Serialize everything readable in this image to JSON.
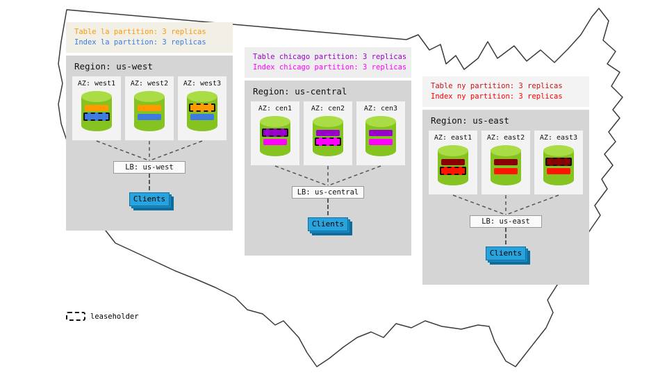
{
  "legend": {
    "label": "leaseholder"
  },
  "palette": {
    "database_green_body": "#85c320",
    "database_green_top": "#a9dc45",
    "clients_blue": "#29a3de",
    "panel_gray": "#d5d5d5"
  },
  "regions": [
    {
      "name": "us-west",
      "title": "Region: us-west",
      "lb": "LB: us-west",
      "clients": "Clients",
      "annotation": {
        "bg": "#f2efe6",
        "lines": [
          {
            "text": "Table la partition: 3 replicas",
            "color": "#ff9a00"
          },
          {
            "text": "Index la partition: 3 replicas",
            "color": "#3e7bdc"
          }
        ]
      },
      "azs": [
        {
          "label": "AZ: west1",
          "bars": [
            {
              "color": "#ff9a00",
              "leaseholder": false
            },
            {
              "color": "#3e7bdc",
              "leaseholder": true
            }
          ]
        },
        {
          "label": "AZ: west2",
          "bars": [
            {
              "color": "#ff9a00",
              "leaseholder": false
            },
            {
              "color": "#3e7bdc",
              "leaseholder": false
            }
          ]
        },
        {
          "label": "AZ: west3",
          "bars": [
            {
              "color": "#ff9a00",
              "leaseholder": true
            },
            {
              "color": "#3e7bdc",
              "leaseholder": false
            }
          ]
        }
      ]
    },
    {
      "name": "us-central",
      "title": "Region: us-central",
      "lb": "LB: us-central",
      "clients": "Clients",
      "annotation": {
        "bg": "#eeeeee",
        "lines": [
          {
            "text": "Table chicago partition: 3 replicas",
            "color": "#9900cc"
          },
          {
            "text": "Index chicago partition: 3 replicas",
            "color": "#ff00ff"
          }
        ]
      },
      "azs": [
        {
          "label": "AZ: cen1",
          "bars": [
            {
              "color": "#9900cc",
              "leaseholder": true
            },
            {
              "color": "#ff00ff",
              "leaseholder": false
            }
          ]
        },
        {
          "label": "AZ: cen2",
          "bars": [
            {
              "color": "#9900cc",
              "leaseholder": false
            },
            {
              "color": "#ff00ff",
              "leaseholder": true
            }
          ]
        },
        {
          "label": "AZ: cen3",
          "bars": [
            {
              "color": "#9900cc",
              "leaseholder": false
            },
            {
              "color": "#ff00ff",
              "leaseholder": false
            }
          ]
        }
      ]
    },
    {
      "name": "us-east",
      "title": "Region: us-east",
      "lb": "LB: us-east",
      "clients": "Clients",
      "annotation": {
        "bg": "#f3f3f3",
        "lines": [
          {
            "text": "Table ny partition: 3 replicas",
            "color": "#cc1111"
          },
          {
            "text": "Index ny partition: 3 replicas",
            "color": "#ff0000"
          }
        ]
      },
      "azs": [
        {
          "label": "AZ: east1",
          "bars": [
            {
              "color": "#8b0000",
              "leaseholder": false
            },
            {
              "color": "#ff1400",
              "leaseholder": true
            }
          ]
        },
        {
          "label": "AZ: east2",
          "bars": [
            {
              "color": "#8b0000",
              "leaseholder": false
            },
            {
              "color": "#ff1400",
              "leaseholder": false
            }
          ]
        },
        {
          "label": "AZ: east3",
          "bars": [
            {
              "color": "#8b0000",
              "leaseholder": true
            },
            {
              "color": "#ff1400",
              "leaseholder": false
            }
          ]
        }
      ]
    }
  ]
}
